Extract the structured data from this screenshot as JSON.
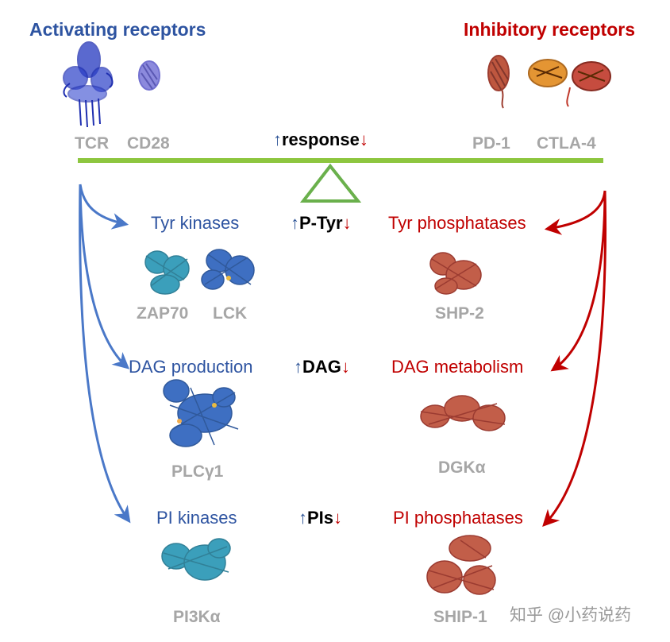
{
  "colors": {
    "activating": "#2e54a1",
    "inhibitory": "#c00000",
    "protein_label": "#a6a6a6",
    "beam": "#8dc63f",
    "arrow_blue": "#4a78c8",
    "arrow_red": "#c00000"
  },
  "headers": {
    "activating": "Activating receptors",
    "inhibitory": "Inhibitory receptors"
  },
  "receptors": {
    "tcr": "TCR",
    "cd28": "CD28",
    "pd1": "PD-1",
    "ctla4": "CTLA-4"
  },
  "balance": {
    "up_arrow": "↑",
    "down_arrow": "↓",
    "response": "response",
    "ptyr": "P-Tyr",
    "dag": "DAG",
    "pis": "PIs"
  },
  "activating_steps": {
    "tyr_kinases": "Tyr kinases",
    "dag_production": "DAG production",
    "pi_kinases": "PI kinases"
  },
  "inhibitory_steps": {
    "tyr_phosphatases": "Tyr phosphatases",
    "dag_metabolism": "DAG metabolism",
    "pi_phosphatases": "PI phosphatases"
  },
  "proteins": {
    "zap70": "ZAP70",
    "lck": "LCK",
    "shp2": "SHP-2",
    "plcg1": "PLCγ1",
    "dgka": "DGKα",
    "pi3ka": "PI3Kα",
    "ship1": "SHIP-1"
  },
  "icons": {
    "tcr": "tcr-structure-icon",
    "cd28": "cd28-structure-icon",
    "pd1": "pd1-structure-icon",
    "ctla4": "ctla4-structure-icon",
    "zap70": "zap70-structure-icon",
    "lck": "lck-structure-icon",
    "shp2": "shp2-structure-icon",
    "plcg1": "plcg1-structure-icon",
    "dgka": "dgka-structure-icon",
    "pi3ka": "pi3ka-structure-icon",
    "ship1": "ship1-structure-icon"
  },
  "watermark": "知乎 @小药说药"
}
